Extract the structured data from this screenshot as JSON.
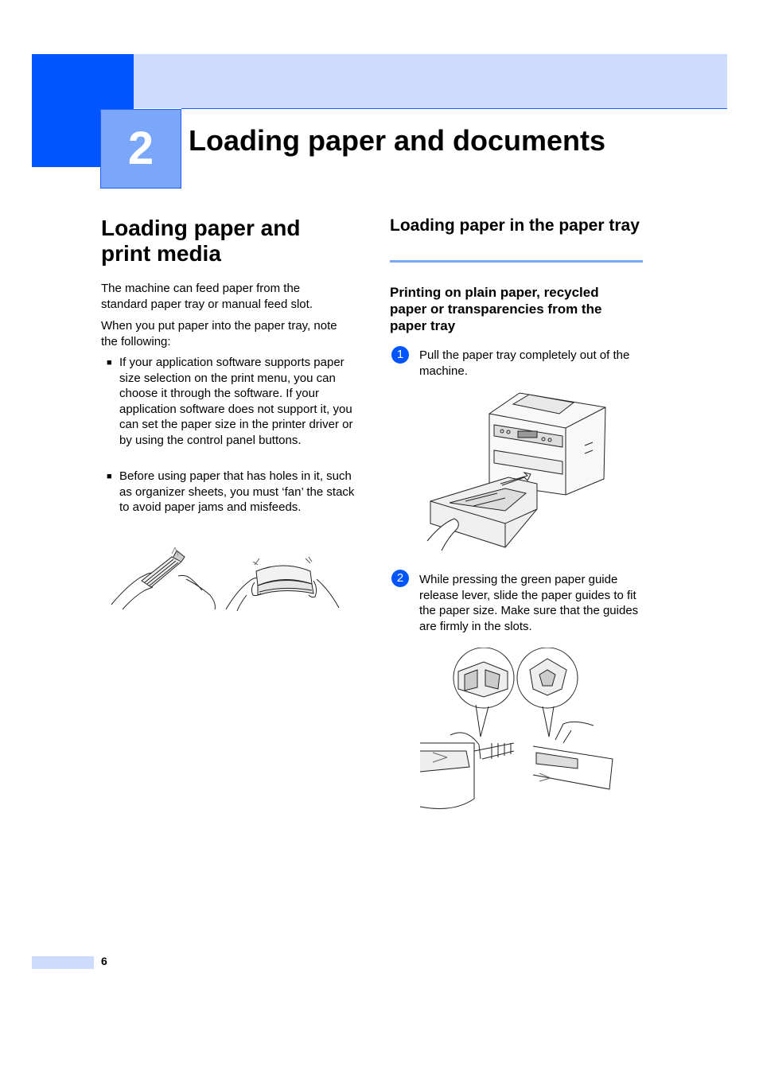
{
  "chapter": {
    "number": "2",
    "title": "Loading paper and documents"
  },
  "left_column": {
    "section_title": "Loading paper and print media",
    "para1": "The machine can feed paper from the standard paper tray or manual feed slot.",
    "para2": "When you put paper into the paper tray, note the following:",
    "bullets": [
      "If your application software supports paper size selection on the print menu, you can choose it through the software. If your application software does not support it, you can set the paper size in the printer driver or by using the control panel buttons.",
      "Before using paper that has holes in it, such as organizer sheets, you must ‘fan’ the stack to avoid paper jams and misfeeds."
    ],
    "bullet_glyph": "■"
  },
  "right_column": {
    "subsection_title": "Loading paper in the paper tray",
    "subsubsection_title": "Printing on plain paper, recycled paper or transparencies from the paper tray",
    "steps": [
      {
        "number": "1",
        "text": "Pull the paper tray completely out of the machine."
      },
      {
        "number": "2",
        "text": "While pressing the green paper guide release lever, slide the paper guides to fit the paper size. Make sure that the guides are firmly in the slots."
      }
    ]
  },
  "footer": {
    "page_number": "6"
  },
  "colors": {
    "accent_dark": "#0055ff",
    "accent_light": "#cddcfc",
    "accent_mid": "#7aa7f9"
  }
}
